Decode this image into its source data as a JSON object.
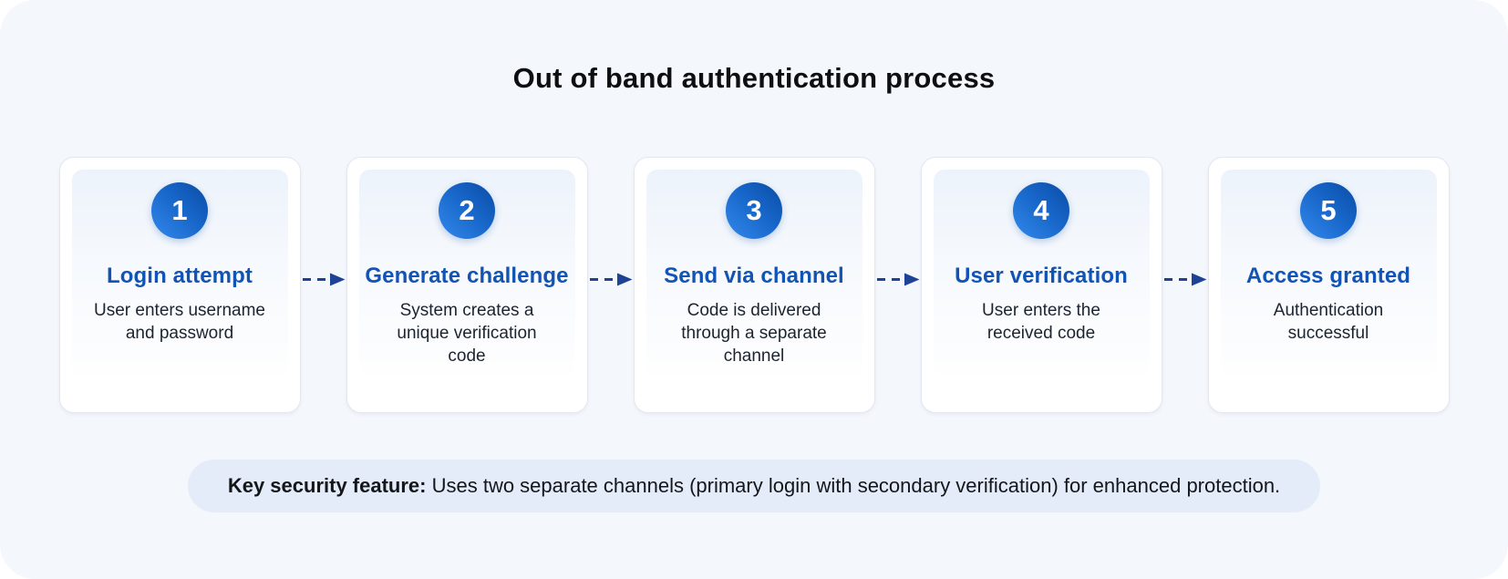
{
  "title": "Out of band authentication process",
  "steps": [
    {
      "number": "1",
      "title": "Login attempt",
      "description": "User enters username and password"
    },
    {
      "number": "2",
      "title": "Generate challenge",
      "description": "System creates a unique verification code"
    },
    {
      "number": "3",
      "title": "Send via channel",
      "description": "Code is delivered through a separate channel"
    },
    {
      "number": "4",
      "title": "User verification",
      "description": "User enters the received code"
    },
    {
      "number": "5",
      "title": "Access granted",
      "description": "Authentication successful"
    }
  ],
  "note": {
    "label": "Key security feature:",
    "text": " Uses two separate channels (primary login with secondary verification) for enhanced protection."
  },
  "colors": {
    "panel_background": "#f4f7fb",
    "accent_blue": "#1254b5",
    "badge_gradient_start": "#3489ec",
    "badge_gradient_end": "#0a4ca5",
    "arrow": "#1e4396",
    "note_background": "#e4ecf9"
  }
}
